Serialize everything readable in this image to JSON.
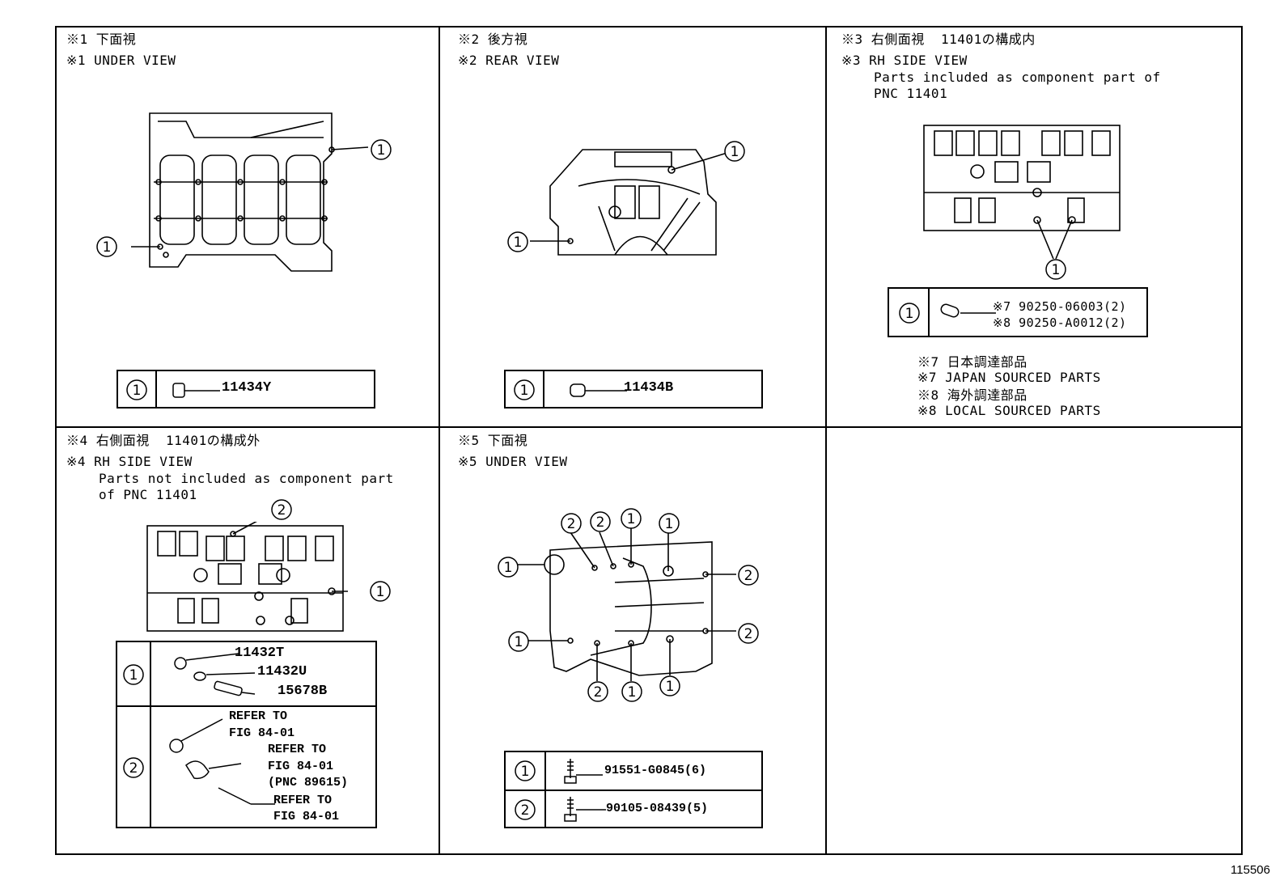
{
  "panels": {
    "p1": {
      "title_jp": "※1 下面視",
      "title_en": "※1 UNDER VIEW",
      "table": {
        "num": "1",
        "part": "11434Y"
      }
    },
    "p2": {
      "title_jp": "※2 後方視",
      "title_en": "※2 REAR VIEW",
      "table": {
        "num": "1",
        "part": "11434B"
      }
    },
    "p3": {
      "title_jp": "※3 右側面視  11401の構成内",
      "title_en": "※3 RH SIDE VIEW",
      "desc1": "Parts included as component part of",
      "desc2": "PNC 11401",
      "table": {
        "num": "1",
        "part1": "※7 90250-06003(2)",
        "part2": "※8 90250-A0012(2)"
      },
      "notes": [
        "※7 日本調達部品",
        "※7 JAPAN SOURCED PARTS",
        "※8 海外調達部品",
        "※8 LOCAL SOURCED PARTS"
      ]
    },
    "p4": {
      "title_jp": "※4 右側面視  11401の構成外",
      "title_en": "※4 RH SIDE VIEW",
      "desc1": "Parts not included as component part",
      "desc2": "of PNC 11401",
      "table": {
        "row1": {
          "num": "1",
          "parts": [
            "11432T",
            "11432U",
            "15678B"
          ]
        },
        "row2": {
          "num": "2",
          "refs": [
            "REFER TO",
            "FIG 84-01",
            "REFER TO",
            "FIG 84-01",
            "(PNC 89615)",
            "REFER TO",
            "FIG 84-01"
          ]
        }
      }
    },
    "p5": {
      "title_jp": "※5 下面視",
      "title_en": "※5 UNDER VIEW",
      "table": {
        "row1": {
          "num": "1",
          "part": "91551-G0845(6)"
        },
        "row2": {
          "num": "2",
          "part": "90105-08439(5)"
        }
      }
    }
  },
  "callouts": {
    "one": "1",
    "two": "2"
  },
  "footer": {
    "id": "115506"
  }
}
